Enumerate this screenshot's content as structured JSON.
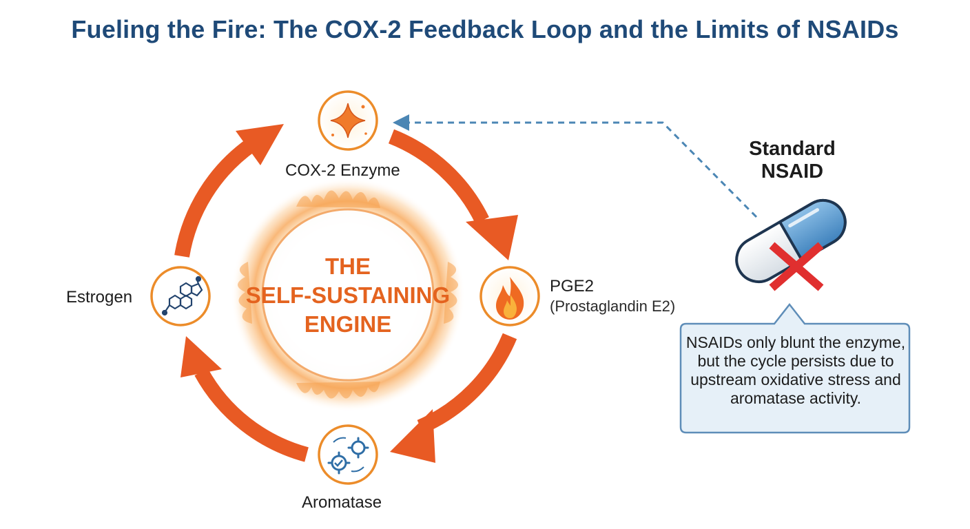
{
  "title": "Fueling the Fire: The COX-2 Feedback Loop and the Limits of NSAIDs",
  "center": {
    "line1": "THE",
    "line2": "SELF-SUSTAINING",
    "line3": "ENGINE"
  },
  "nodes": {
    "cox2": {
      "label": "COX-2 Enzyme",
      "icon": "sparkle-icon"
    },
    "pge2": {
      "label": "PGE2",
      "sublabel": "(Prostaglandin E2)",
      "icon": "flame-icon"
    },
    "aromatase": {
      "label": "Aromatase",
      "icon": "gears-icon"
    },
    "estrogen": {
      "label": "Estrogen",
      "icon": "steroid-molecule-icon"
    }
  },
  "drug": {
    "line1": "Standard",
    "line2": "NSAID",
    "icon": "pill-capsule-icon",
    "blocked_icon": "red-x-icon"
  },
  "callout": {
    "text": "NSAIDs only blunt the enzyme, but the cycle persists due to upstream oxidative stress and aromatase activity."
  },
  "colors": {
    "title": "#1f4a78",
    "cycle_arrow": "#e85a24",
    "node_ring": "#ec8c2a",
    "center_text": "#e4631f",
    "dashed_arrow": "#4b86b4",
    "pill_blue": "#5b9dd0",
    "cross_red": "#e02f2f",
    "callout_fill": "#e6f0f8",
    "callout_border": "#5e8db8"
  }
}
